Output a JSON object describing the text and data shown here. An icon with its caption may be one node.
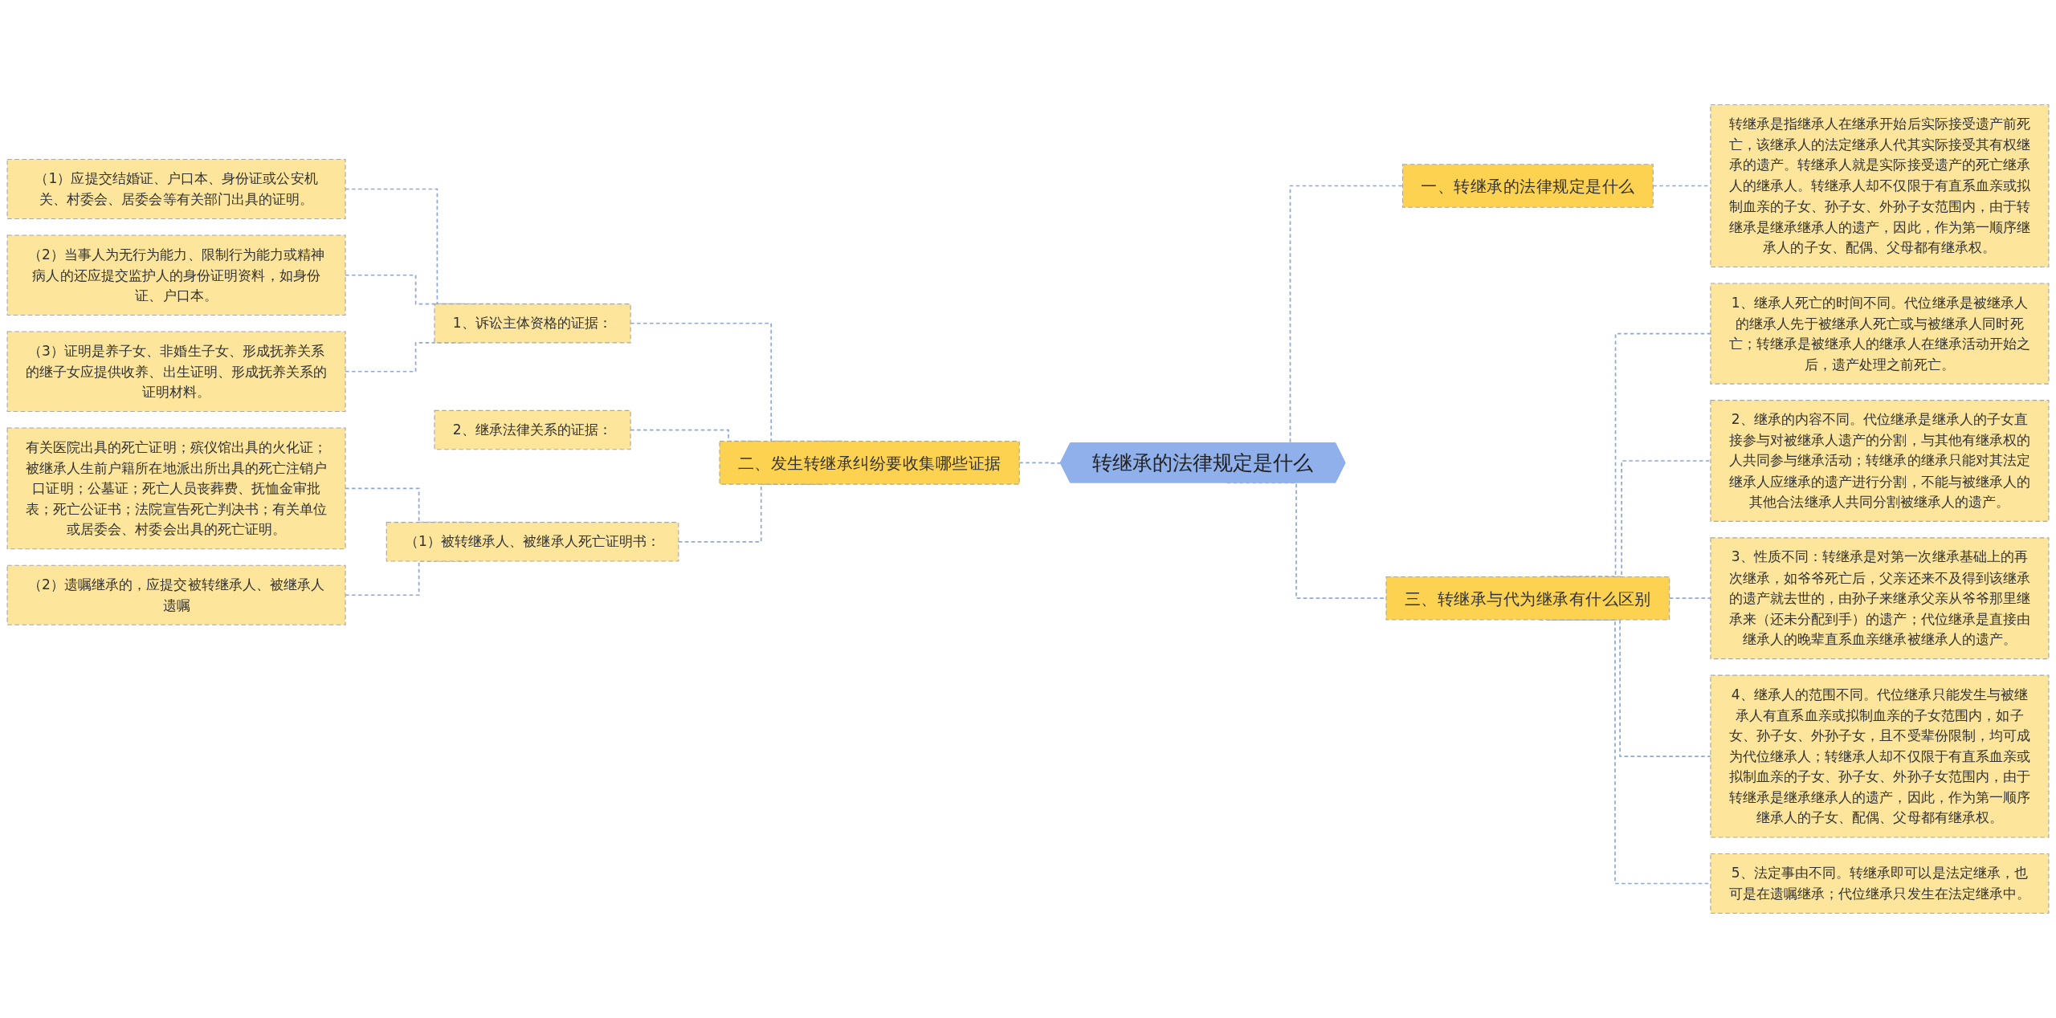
{
  "diagram": {
    "nodes": [
      {
        "text": [
          "转继承的法律规定是什么"
        ]
      },
      {
        "text": [
          "二、发生转继承纠纷要收集哪些证据"
        ]
      },
      {
        "text": [
          "1、诉讼主体资格的证据："
        ]
      },
      {
        "text": [
          "（1）应提交结婚证、户口本、身份证或公安机关、村委会、居委会等有关部门出具的证明。"
        ]
      },
      {
        "text": [
          "（2）当事人为无行为能力、限制行为能力或精神病人的还应提交监护人的身份证明资料，如身份证、户口本。"
        ]
      },
      {
        "text": [
          "（3）证明是养子女、非婚生子女、形成抚养关系的继子女应提供收养、出生证明、形成抚养关系的证明材料。"
        ]
      },
      {
        "text": [
          "2、继承法律关系的证据："
        ]
      },
      {
        "text": [
          "（1）被转继承人、被继承人死亡证明书："
        ]
      },
      {
        "text": [
          "有关医院出具的死亡证明；殡仪馆出具的火化证；被继承人生前户籍所在地派出所出具的死亡注销户口证明；公墓证；死亡人员丧葬费、抚恤金审批表；死亡公证书；法院宣告死亡判决书；有关单位或居委会、村委会出具的死亡证明。"
        ]
      },
      {
        "text": [
          "（2）遗嘱继承的，应提交被转继承人、被继承人遗嘱"
        ]
      },
      {
        "text": [
          "一、转继承的法律规定是什么"
        ]
      },
      {
        "text": [
          "转继承是指继承人在继承开始后实际接受遗产前死亡，该继承人的法定继承人代其实际接受其有权继承的遗产。转继承人就是实际接受遗产的死亡继承人的继承人。转继承人却不仅限于有直系血亲或拟制血亲的子女、孙子女、外孙子女范围内，由于转继承是继承继承人的遗产，因此，作为第一顺序继承人的子女、配偶、父母都有继承权。"
        ]
      },
      {
        "text": [
          "三、转继承与代为继承有什么区别"
        ]
      },
      {
        "text": [
          "1、继承人死亡的时间不同。代位继承是被继承人的继承人先于被继承人死亡或与被继承人同时死亡；转继承是被继承人的继承人在继承活动开始之后，遗产处理之前死亡。"
        ]
      },
      {
        "text": [
          "2、继承的内容不同。代位继承是继承人的子女直接参与对被继承人遗产的分割，与其他有继承权的人共同参与继承活动；转继承的继承只能对其法定继承人应继承的遗产进行分割，不能与被继承人的其他合法继承人共同分割被继承人的遗产。"
        ]
      },
      {
        "text": [
          "3、性质不同：转继承是对第一次继承基础上的再次继承，如爷爷死亡后，父亲还来不及得到该继承的遗产就去世的，由孙子来继承父亲从爷爷那里继承来（还未分配到手）的遗产；代位继承是直接由继承人的晚辈直系血亲继承被继承人的遗产。"
        ]
      },
      {
        "text": [
          "4、继承人的范围不同。代位继承只能发生与被继承人有直系血亲或拟制血亲的子女范围内，如子女、孙子女、外孙子女，且不受辈份限制，均可成为代位继承人；转继承人却不仅限于有直系血亲或拟制血亲的子女、孙子女、外孙子女范围内，由于转继承是继承继承人的遗产，因此，作为第一顺序继承人的子女、配偶、父母都有继承权。"
        ]
      },
      {
        "text": [
          "5、法定事由不同。转继承即可以是法定继承，也可是在遗嘱继承；代位继承只发生在法定继承中。"
        ]
      }
    ],
    "edges": [
      {
        "from": 0,
        "to": 1,
        "arrow": "none"
      },
      {
        "from": 1,
        "to": 2,
        "arrow": "none"
      },
      {
        "from": 2,
        "to": 3,
        "arrow": "none"
      },
      {
        "from": 2,
        "to": 4,
        "arrow": "none"
      },
      {
        "from": 2,
        "to": 5,
        "arrow": "none"
      },
      {
        "from": 1,
        "to": 6,
        "arrow": "none"
      },
      {
        "from": 1,
        "to": 7,
        "arrow": "none"
      },
      {
        "from": 7,
        "to": 8,
        "arrow": "none"
      },
      {
        "from": 7,
        "to": 9,
        "arrow": "none"
      },
      {
        "from": 0,
        "to": 10,
        "arrow": "none"
      },
      {
        "from": 10,
        "to": 11,
        "arrow": "none"
      },
      {
        "from": 0,
        "to": 12,
        "arrow": "none"
      },
      {
        "from": 12,
        "to": 13,
        "arrow": "none"
      },
      {
        "from": 12,
        "to": 14,
        "arrow": "none"
      },
      {
        "from": 12,
        "to": 15,
        "arrow": "none"
      },
      {
        "from": 12,
        "to": 16,
        "arrow": "none"
      },
      {
        "from": 12,
        "to": 17,
        "arrow": "none"
      }
    ]
  }
}
